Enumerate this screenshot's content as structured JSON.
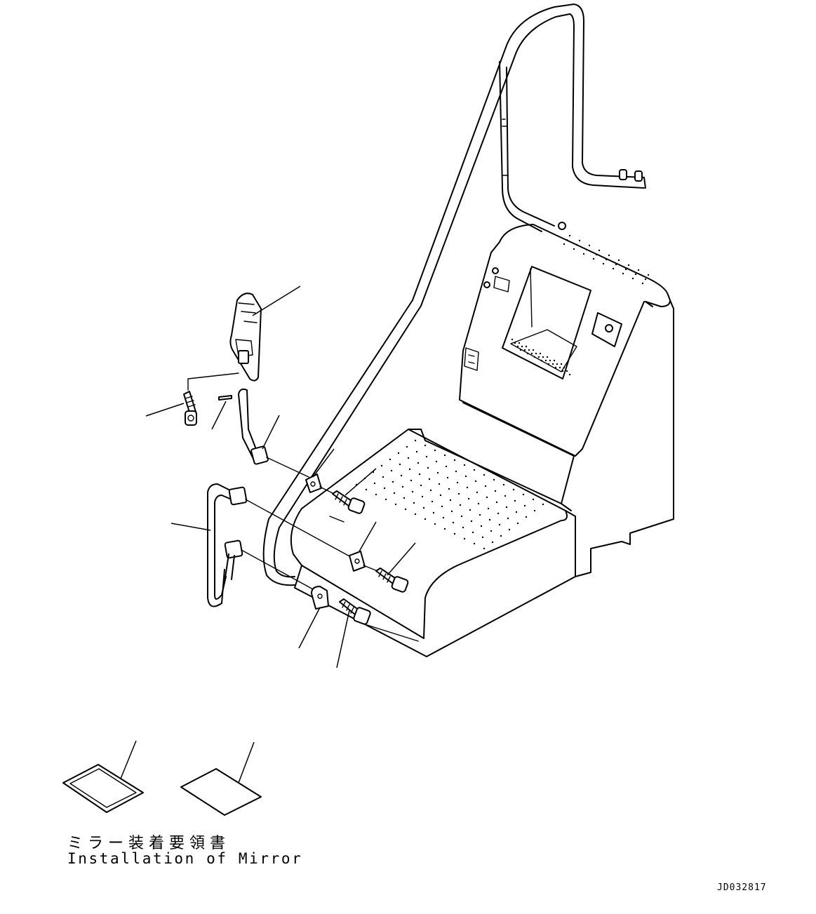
{
  "manual_caption": {
    "japanese": "ミラー装着要領書",
    "english": "Installation of Mirror"
  },
  "drawing_id": "JD032817",
  "colors": {
    "line": "#000000",
    "background": "#ffffff"
  },
  "parts": [
    {
      "name": "mirror-icon"
    },
    {
      "name": "bolt-icon"
    },
    {
      "name": "pin-icon"
    },
    {
      "name": "mirror-stay-icon"
    },
    {
      "name": "clamp-icon"
    },
    {
      "name": "handrail-bracket-icon"
    },
    {
      "name": "manual-booklet-icon"
    }
  ]
}
